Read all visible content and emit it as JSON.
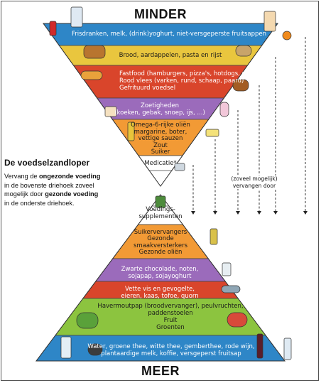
{
  "header": {
    "top": "MINDER",
    "bottom": "MEER"
  },
  "top_triangle": {
    "bands": [
      {
        "lines": [
          "Frisdranken, melk, (drink)yoghurt, niet-versgeperste fruitsappen"
        ],
        "color": "#2e86c7"
      },
      {
        "lines": [
          "Brood, aardappelen, pasta en rijst"
        ],
        "color": "#e9c63e"
      },
      {
        "lines": [
          "Fastfood (hamburgers, pizza's, hotdogs, snacks)",
          "Rood vlees (varken, rund, schaap, paard)",
          "Gefrituurd voedsel"
        ],
        "color": "#d9452b"
      },
      {
        "lines": [
          "Zoetigheden",
          "(koeken, gebak, snoep, ijs, ...)"
        ],
        "color": "#9b6bbb"
      },
      {
        "lines": [
          "Omega-6-rijke oliën",
          "margarine, boter,",
          "vettige sauzen",
          "Zout",
          "Suiker"
        ],
        "color": "#f29a35"
      },
      {
        "lines": [
          "Medicatie*"
        ],
        "color": "#ffffff"
      }
    ]
  },
  "bottom_triangle": {
    "bands": [
      {
        "lines": [
          "Voedings-",
          "supplementen"
        ],
        "color": "#ffffff"
      },
      {
        "lines": [
          "Suikervervangers",
          "Gezonde",
          "smaakversterkers",
          "Gezonde oliën"
        ],
        "color": "#f29a35"
      },
      {
        "lines": [
          "Zwarte chocolade, noten,",
          "sojapap, sojayoghurt"
        ],
        "color": "#9b6bbb"
      },
      {
        "lines": [
          "Vette vis en gevogelte,",
          "eieren, kaas, tofoe, quorn"
        ],
        "color": "#d9452b"
      },
      {
        "lines": [
          "Havermoutpap (broodvervanger), peulvruchten,",
          "paddenstoelen",
          "Fruit",
          "Groenten"
        ],
        "color": "#8cc43f"
      },
      {
        "lines": [
          "Water, groene thee, witte thee, gemberthee, rode wijn,",
          "plantaardige melk, koffie, versgeperst fruitsap"
        ],
        "color": "#2e86c7"
      }
    ]
  },
  "side_text": {
    "title": "De voedselzandloper",
    "p1": "Vervang de ",
    "b1": "ongezonde voeding",
    "p2": " in de bovenste driehoek zoveel mogelijk door ",
    "b2": "gezonde voeding",
    "p3": " in de onderste driehoek."
  },
  "replace_label": {
    "lines": [
      "(zoveel mogelijk)",
      "vervangen door"
    ]
  }
}
